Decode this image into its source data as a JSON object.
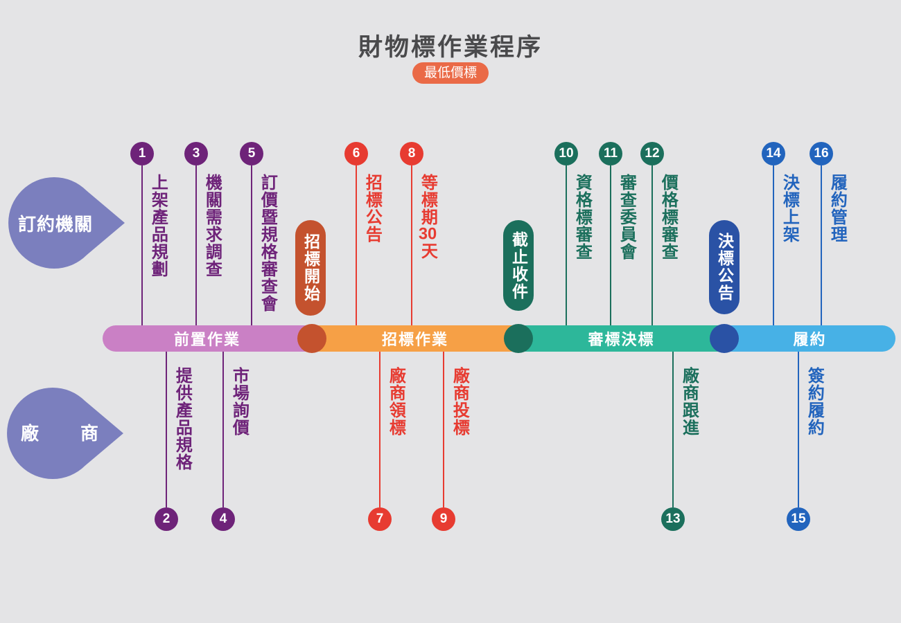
{
  "palette": {
    "bg": "#e4e4e6",
    "title": "#4a4a4c",
    "badge": "#ea6a47",
    "purple": "#6e2379",
    "pink": "#ca80c5",
    "burnt": "#c4522e",
    "orange": "#f6a046",
    "red": "#e73b31",
    "teal-dark": "#1b6f5c",
    "teal": "#2db79a",
    "navy": "#2a52a5",
    "blue": "#2264bd",
    "light-blue": "#47b1e6",
    "lavender": "#7b7fbe"
  },
  "title": "財物標作業程序",
  "badge": "最低價標",
  "lanes": {
    "agency": "訂約機關",
    "vendor": "廠商"
  },
  "phases": [
    {
      "label": "前置作業",
      "color": "#ca80c5"
    },
    {
      "label": "招標作業",
      "color": "#f6a046"
    },
    {
      "label": "審標決標",
      "color": "#2db79a"
    },
    {
      "label": "履約",
      "color": "#47b1e6"
    }
  ],
  "milestones": [
    {
      "label": "招標開始",
      "color": "#c4522e"
    },
    {
      "label": "截止收件",
      "color": "#1b6f5c"
    },
    {
      "label": "決標公告",
      "color": "#2a52a5"
    }
  ],
  "steps_top": [
    {
      "num": "1",
      "label": "上架產品規劃",
      "group": "purple"
    },
    {
      "num": "3",
      "label": "機關需求調查",
      "group": "purple"
    },
    {
      "num": "5",
      "label": "訂價暨規格審查會",
      "group": "purple"
    },
    {
      "num": "6",
      "label": "招標公告",
      "group": "red"
    },
    {
      "num": "8",
      "label": "等標期30天",
      "group": "red"
    },
    {
      "num": "10",
      "label": "資格標審查",
      "group": "teal"
    },
    {
      "num": "11",
      "label": "審查委員會",
      "group": "teal"
    },
    {
      "num": "12",
      "label": "價格標審查",
      "group": "teal"
    },
    {
      "num": "14",
      "label": "決標上架",
      "group": "blue"
    },
    {
      "num": "16",
      "label": "履約管理",
      "group": "blue"
    }
  ],
  "steps_bottom": [
    {
      "num": "2",
      "label": "提供產品規格",
      "group": "purple"
    },
    {
      "num": "4",
      "label": "市場詢價",
      "group": "purple"
    },
    {
      "num": "7",
      "label": "廠商領標",
      "group": "red"
    },
    {
      "num": "9",
      "label": "廠商投標",
      "group": "red"
    },
    {
      "num": "13",
      "label": "廠商跟進",
      "group": "teal"
    },
    {
      "num": "15",
      "label": "簽約履約",
      "group": "blue"
    }
  ]
}
